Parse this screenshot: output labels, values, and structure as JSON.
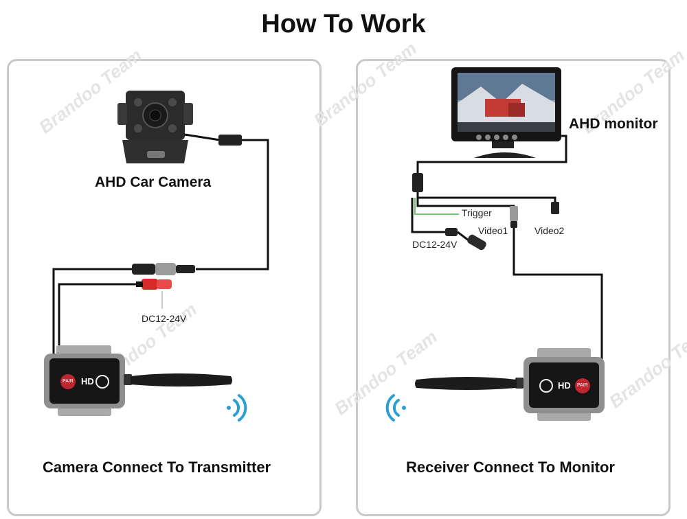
{
  "title": "How To Work",
  "watermark": "Brandoo Team",
  "left_panel": {
    "camera_label": "AHD Car Camera",
    "power_label": "DC12-24V",
    "caption": "Camera Connect To Transmitter",
    "device_text": {
      "pair": "PAIR",
      "hd": "HD"
    }
  },
  "right_panel": {
    "monitor_label": "AHD monitor",
    "trigger_label": "Trigger",
    "video1_label": "Video1",
    "video2_label": "Video2",
    "power_label": "DC12-24V",
    "caption": "Receiver Connect To Monitor",
    "device_text": {
      "pair": "PAIR",
      "hd": "HD"
    }
  },
  "colors": {
    "wifi": "#2a9fd6",
    "pair_button": "#c0262f",
    "cable": "#111111",
    "trigger_wire": "#6fc46f"
  }
}
